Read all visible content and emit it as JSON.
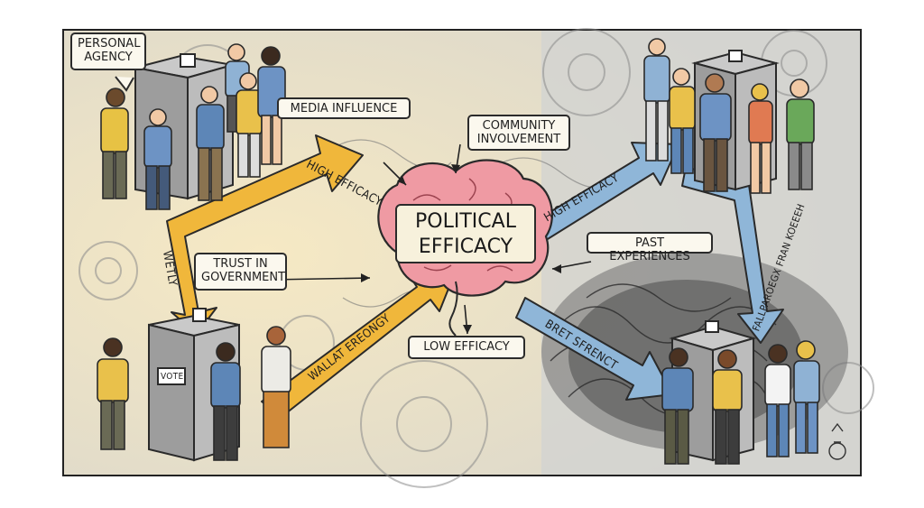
{
  "center": {
    "title": "POLITICAL\nEFFICACY"
  },
  "labels": {
    "personal_agency": "PERSONAL\nAGENCY",
    "media_influence": "MEDIA INFLUENCE",
    "community_involvement": "COMMUNITY\nINVOLVEMENT",
    "trust_in_government": "TRUST IN\nGOVERNMENT",
    "past_experiences": "PAST EXPERIENCES",
    "low_efficacy": "LOW EFFICACY"
  },
  "arrows": {
    "high_efficacy_left": "HIGH EFFICACY",
    "high_efficacy_right": "HIGH EFFICACY",
    "left_down": "WETLY",
    "wallat_ereongy": "WALLAT EREONGY",
    "bret_sfrenct": "BRET SFRENCT",
    "right_down": "FALLPAROEGX FRAN KOEEEH"
  },
  "ballot_box": {
    "vote_sign": "VOTE"
  },
  "colors": {
    "yellow_arrow": "#f0b73b",
    "blue_arrow": "#8fb6d8",
    "brain": "#ef9aa3",
    "box": "#a7a7a7",
    "scribble": "#3a3a3a"
  }
}
